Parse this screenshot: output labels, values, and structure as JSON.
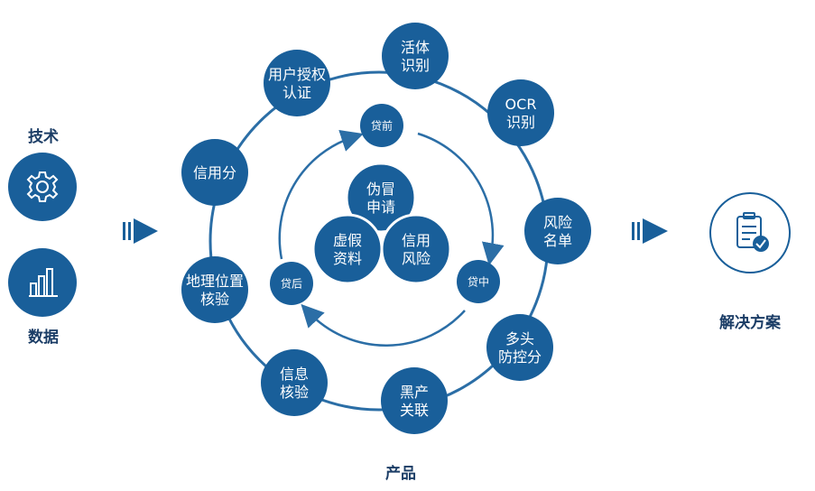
{
  "left": {
    "tech_label": "技术",
    "data_label": "数据",
    "tech_icon": "gear-icon",
    "data_icon": "bar-chart-icon"
  },
  "outer_ring": [
    {
      "id": "liveness",
      "lines": [
        "活体",
        "识别"
      ]
    },
    {
      "id": "ocr",
      "lines": [
        "OCR",
        "识别"
      ]
    },
    {
      "id": "risk-list",
      "lines": [
        "风险",
        "名单"
      ]
    },
    {
      "id": "multi-lending",
      "lines": [
        "多头",
        "防控分"
      ]
    },
    {
      "id": "blackmarket",
      "lines": [
        "黑产",
        "关联"
      ]
    },
    {
      "id": "info-verify",
      "lines": [
        "信息",
        "核验"
      ]
    },
    {
      "id": "geo-verify",
      "lines": [
        "地理位置",
        "核验"
      ]
    },
    {
      "id": "credit-score",
      "lines": [
        "信用分"
      ]
    },
    {
      "id": "user-auth",
      "lines": [
        "用户授权",
        "认证"
      ]
    }
  ],
  "inner_ring": [
    {
      "id": "pre-loan",
      "label": "贷前"
    },
    {
      "id": "mid-loan",
      "label": "贷中"
    },
    {
      "id": "post-loan",
      "label": "贷后"
    }
  ],
  "core": [
    {
      "id": "fake-application",
      "lines": [
        "伪冒",
        "申请"
      ]
    },
    {
      "id": "false-info",
      "lines": [
        "虚假",
        "资料"
      ]
    },
    {
      "id": "credit-risk",
      "lines": [
        "信用",
        "风险"
      ]
    }
  ],
  "bottom_label": "产品",
  "right": {
    "label": "解决方案",
    "icon": "clipboard-check-icon"
  },
  "colors": {
    "primary": "#195f9a",
    "label": "#1b3d66",
    "line": "#2b6ea6"
  }
}
